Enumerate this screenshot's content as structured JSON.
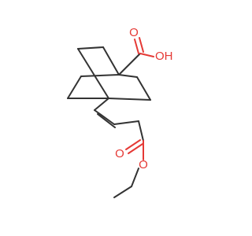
{
  "molecule": {
    "atom_labels": {
      "carboxyl_carbonyl_o": "O",
      "hydroxyl": "OH",
      "ester_carbonyl_o": "O",
      "ester_ether_o": "O"
    },
    "colors": {
      "bond": "#333333",
      "heteroatom": "#e53935",
      "background": "#ffffff"
    }
  }
}
